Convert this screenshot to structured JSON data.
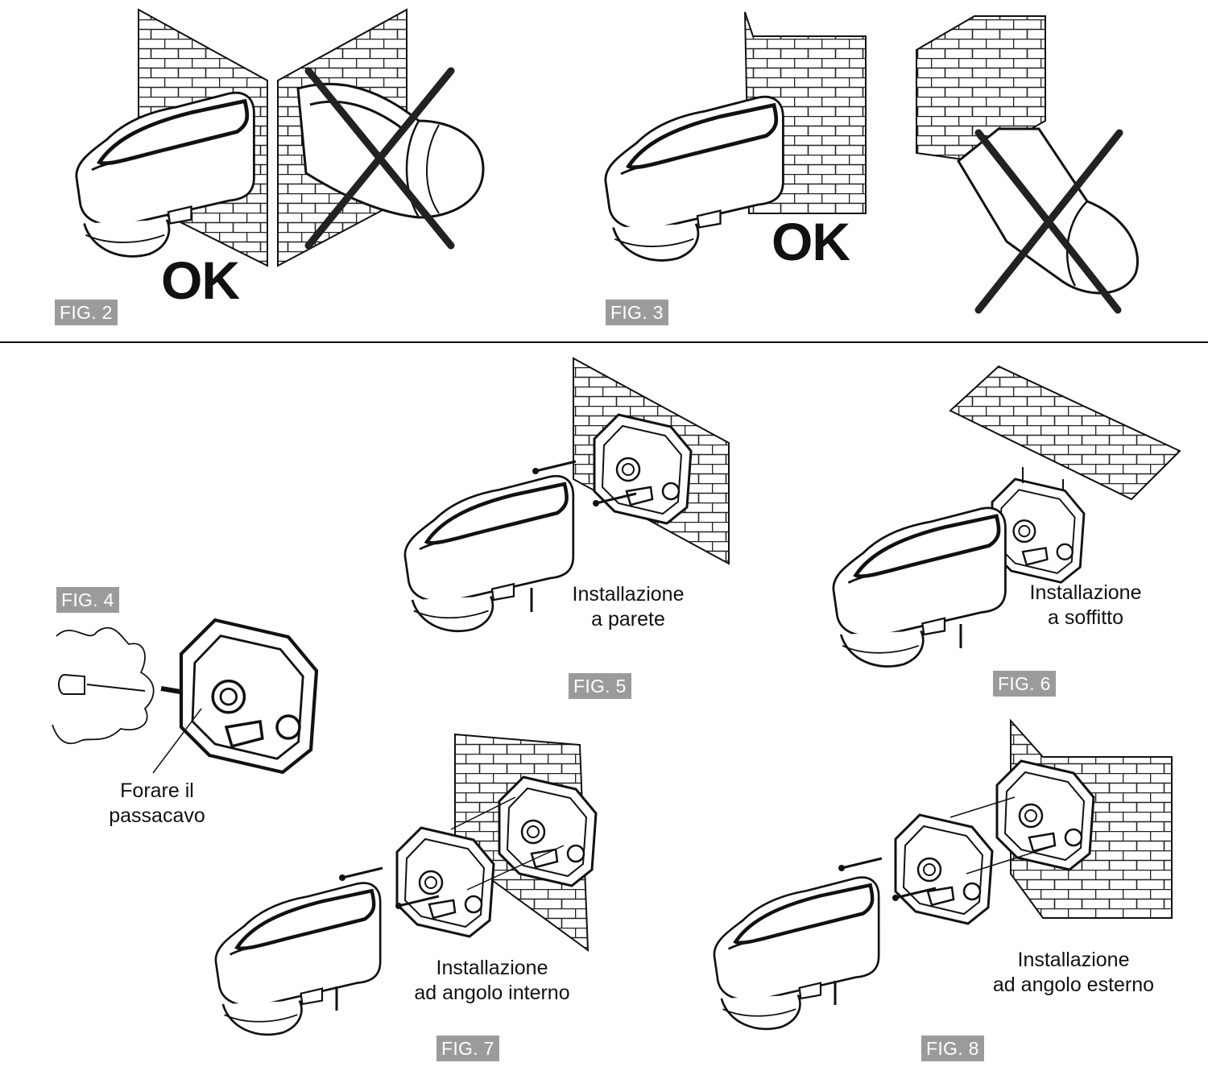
{
  "colors": {
    "ink": "#111111",
    "label_bg": "#9b9b9b",
    "label_text": "#ffffff"
  },
  "fig2": {
    "label": "FIG. 2",
    "ok": "OK"
  },
  "fig3": {
    "label": "FIG. 3",
    "ok": "OK"
  },
  "fig4": {
    "label": "FIG. 4",
    "caption_line1": "Forare il",
    "caption_line2": "passacavo"
  },
  "fig5": {
    "label": "FIG. 5",
    "caption_line1": "Installazione",
    "caption_line2": "a parete"
  },
  "fig6": {
    "label": "FIG. 6",
    "caption_line1": "Installazione",
    "caption_line2": "a soffitto"
  },
  "fig7": {
    "label": "FIG. 7",
    "caption_line1": "Installazione",
    "caption_line2": "ad angolo interno"
  },
  "fig8": {
    "label": "FIG. 8",
    "caption_line1": "Installazione",
    "caption_line2": "ad angolo esterno"
  }
}
